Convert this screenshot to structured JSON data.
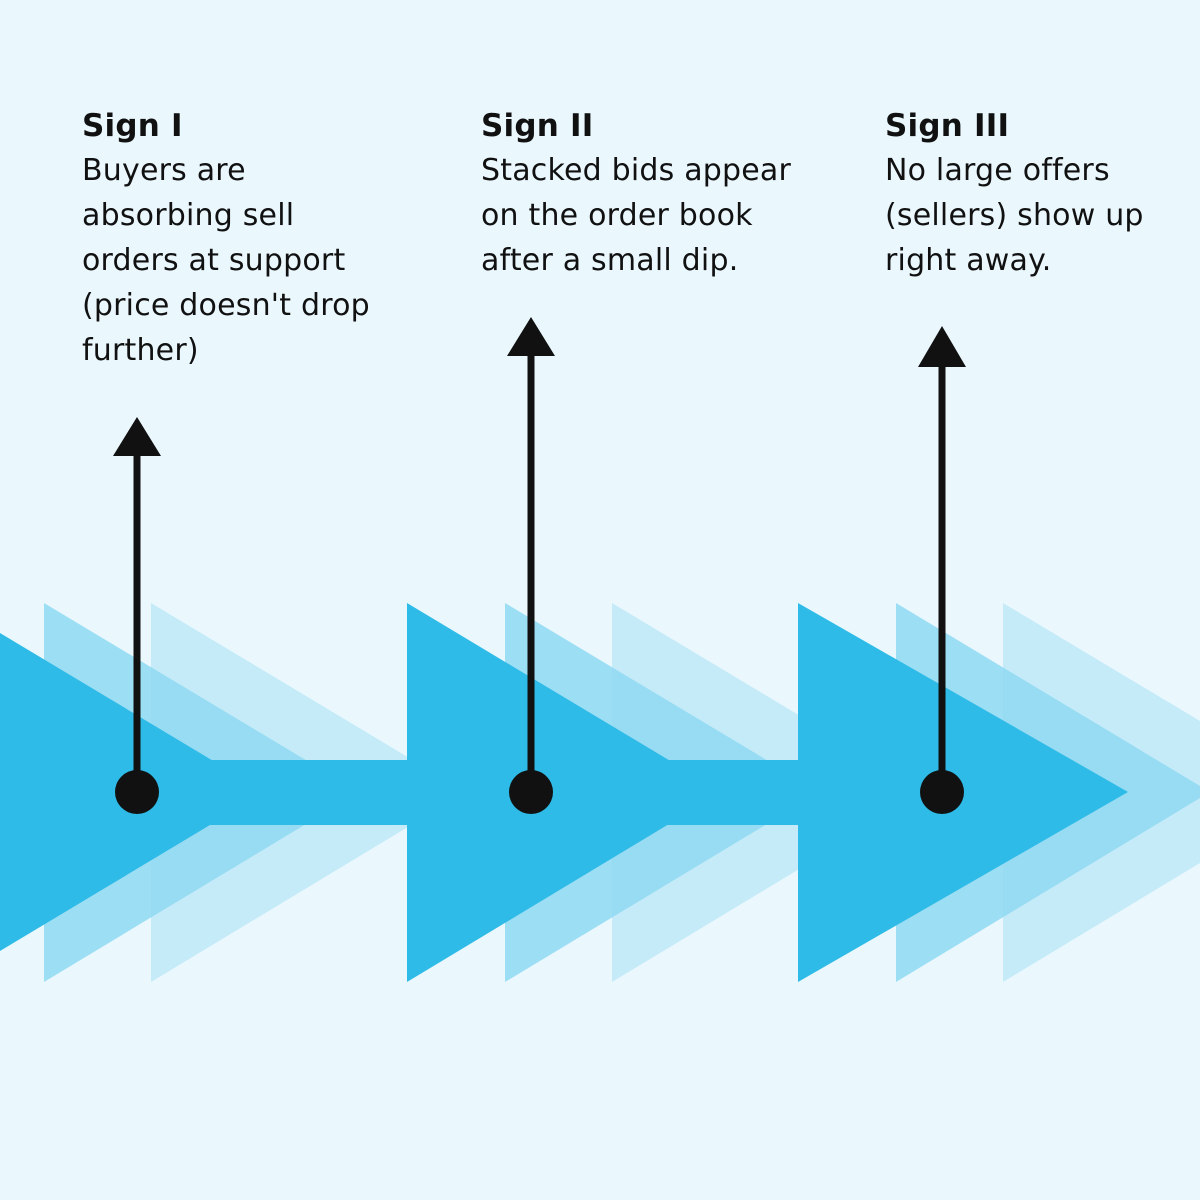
{
  "colors": {
    "background": "#eaf8fe",
    "arrow_solid": "#2fbbe7",
    "arrow_mid": "#8ed9f2",
    "arrow_light": "#c5ebf9",
    "marker": "#111111"
  },
  "signs": [
    {
      "title": "Sign I",
      "lines": [
        "Buyers are",
        "absorbing sell",
        "orders at support",
        "(price doesn't drop",
        "further)"
      ]
    },
    {
      "title": "Sign II",
      "lines": [
        "Stacked bids appear",
        "on the order book",
        "after a small dip."
      ]
    },
    {
      "title": "Sign III",
      "lines": [
        "No large offers",
        "(sellers) show up",
        "right away."
      ]
    }
  ]
}
